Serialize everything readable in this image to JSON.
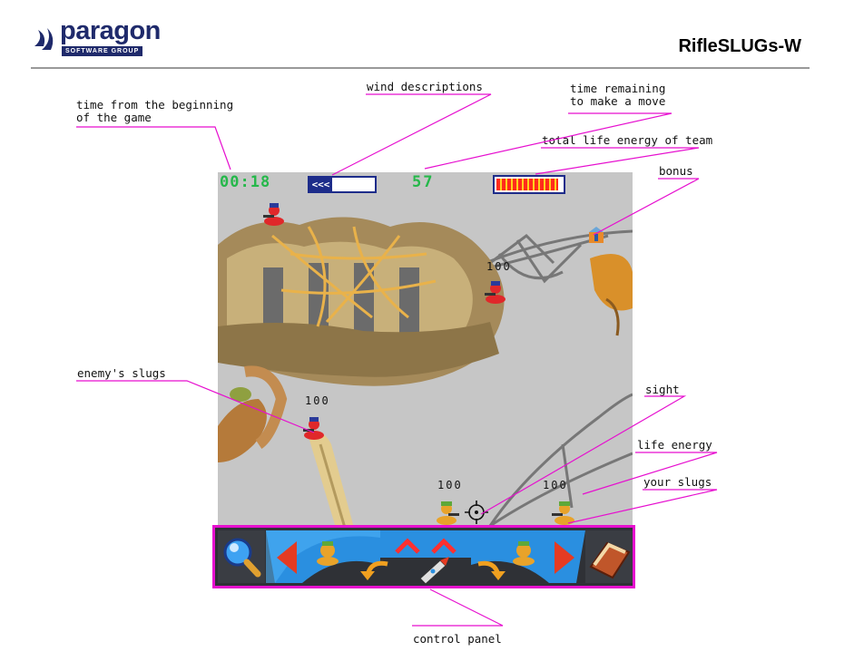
{
  "header": {
    "brand": "paragon",
    "brand_sub": "SOFTWARE GROUP",
    "doc_title": "RifleSLUGs-W"
  },
  "hud": {
    "time": "00:18",
    "wind": "<<<",
    "wind_level": 0.35,
    "turn_time": "57",
    "energy_level": 0.95
  },
  "game": {
    "life_values": [
      "100",
      "100",
      "100",
      "100"
    ]
  },
  "annotations": {
    "time_from_beginning_l1": "time from the beginning",
    "time_from_beginning_l2": "of the game",
    "wind_descriptions": "wind descriptions",
    "time_remaining_l1": "time remaining",
    "time_remaining_l2": "to make a move",
    "total_life_energy": "total life energy of team",
    "bonus": "bonus",
    "enemy_slugs": "enemy's slugs",
    "sight": "sight",
    "life_energy": "life energy",
    "your_slugs": "your slugs",
    "control_panel": "control panel"
  },
  "colors": {
    "annotation_line": "#e60fcf",
    "hud_green": "#25b84a",
    "hud_blue": "#1d2c8a",
    "panel_blue": "#2a8fe0"
  },
  "icons": {
    "zoom": "magnifier-icon",
    "left": "arrow-left-icon",
    "right": "arrow-right-icon",
    "up": "double-chevron-up-icon",
    "rotate_left": "rotate-left-icon",
    "rotate_right": "rotate-right-icon",
    "fire": "rocket-icon",
    "menu": "book-icon"
  }
}
